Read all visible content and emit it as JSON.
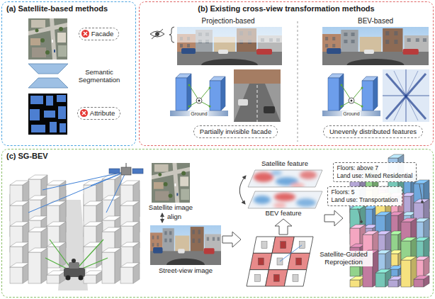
{
  "diagram": {
    "nodes": [
      {
        "text": [
          "(a) Satellite-based methods"
        ]
      },
      {
        "text": [
          "Facade"
        ],
        "in": 0
      },
      {
        "text": [
          "Attribute"
        ],
        "in": 0
      },
      {
        "text": [
          "(b) Existing cross-view transformation methods"
        ]
      },
      {
        "text": [
          "Partially invisible facade"
        ],
        "in": 3
      },
      {
        "text": [
          "Unevenly distributed features"
        ],
        "in": 3
      },
      {
        "text": [
          "(c) SG-BEV"
        ]
      },
      {
        "text": [
          "Floors: above 7",
          "Land use: Mixed Residential"
        ],
        "in": 6
      },
      {
        "text": [
          "Floors: 5",
          "Land use: Transportation"
        ],
        "in": 6
      }
    ],
    "labels": [
      "Semantic Segmentation",
      "Projection-based",
      "BEV-based",
      "Ground",
      "Ground",
      "Satellite feature",
      "Satellite image",
      "align",
      "BEV feature",
      "Street-view image",
      "Satellite-Guided Reprojection"
    ]
  }
}
